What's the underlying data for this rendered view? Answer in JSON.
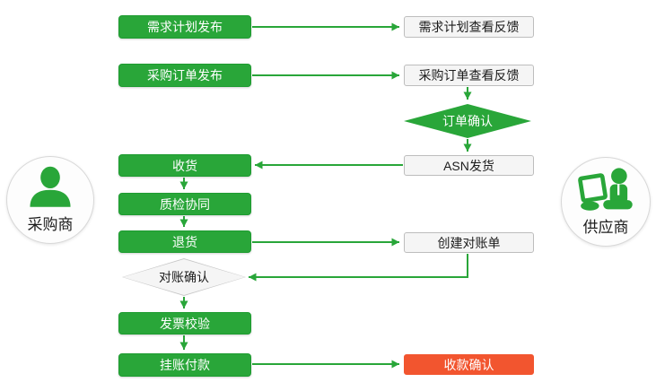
{
  "colors": {
    "green": "#29A639",
    "green_border": "#1E9C31",
    "red": "#F2552F",
    "light_fill": "#F5F5F5",
    "light_border": "#BDBDBD",
    "text_dark": "#1C1C1C",
    "text_light": "#FFFFFF"
  },
  "actors": {
    "buyer": {
      "label": "采购商",
      "icon": "person-icon"
    },
    "supplier": {
      "label": "供应商",
      "icon": "person-laptop-icon"
    }
  },
  "nodes": {
    "demand_plan_publish": "需求计划发布",
    "demand_plan_feedback": "需求计划查看反馈",
    "po_publish": "采购订单发布",
    "po_feedback": "采购订单查看反馈",
    "order_confirm": "订单确认",
    "asn_ship": "ASN发货",
    "receive": "收货",
    "quality_collab": "质检协同",
    "return_goods": "退货",
    "create_statement": "创建对账单",
    "statement_confirm": "对账确认",
    "invoice_verify": "发票校验",
    "pending_payment": "挂账付款",
    "receipt_confirm": "收款确认"
  }
}
